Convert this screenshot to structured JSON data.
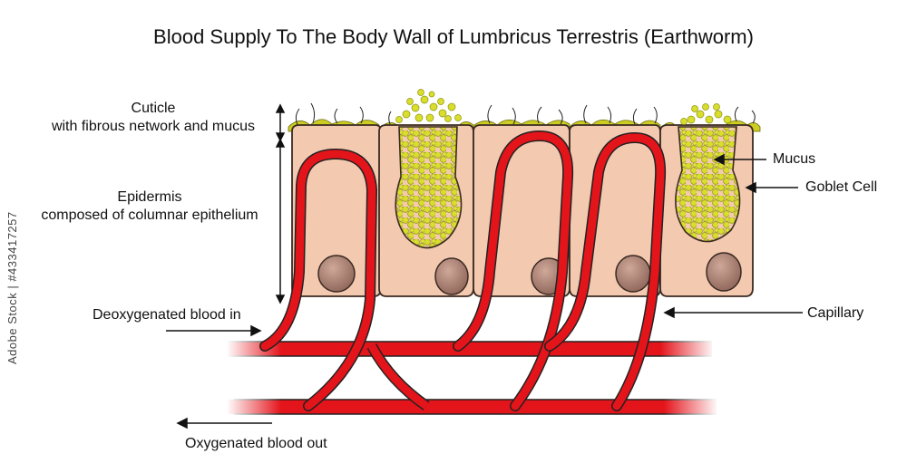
{
  "title": "Blood Supply To The Body Wall of Lumbricus Terrestris (Earthworm)",
  "labels": {
    "cuticle_line1": "Cuticle",
    "cuticle_line2": "with fibrous network and mucus",
    "epidermis_line1": "Epidermis",
    "epidermis_line2": "composed of columnar epithelium",
    "deoxygenated": "Deoxygenated blood in",
    "oxygenated": "Oxygenated blood out",
    "mucus": "Mucus",
    "goblet_cell": "Goblet Cell",
    "capillary": "Capillary"
  },
  "watermark": "Adobe Stock | #433417257",
  "colors": {
    "cell_fill": "#f3c9b0",
    "cell_stroke": "#3a2a22",
    "nucleus": "#a97f70",
    "mucus_granules": "#d7dc2a",
    "blood": "#e4141b",
    "cuticle": "#c8c81e"
  }
}
